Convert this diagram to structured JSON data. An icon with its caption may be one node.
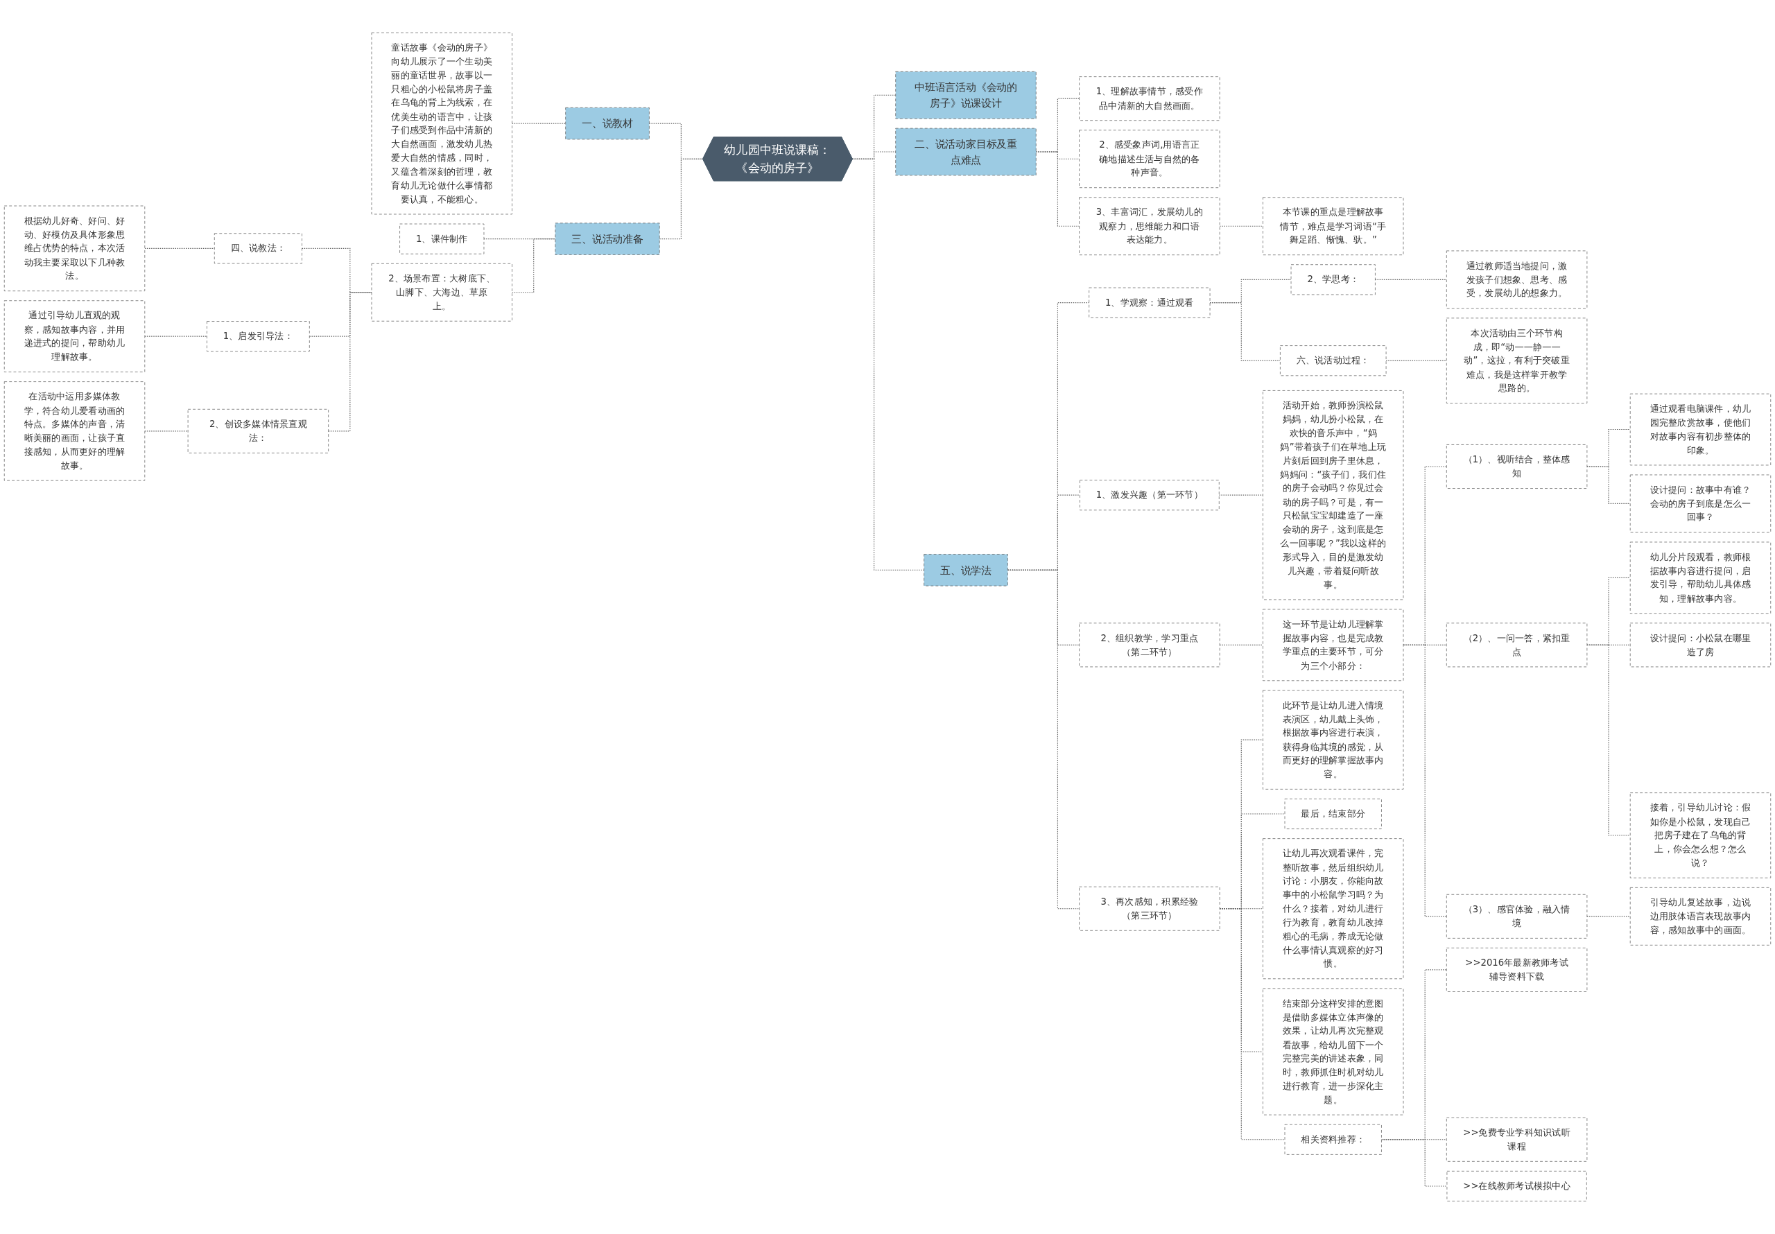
{
  "diagram": {
    "nodes": [
      {
        "text": [
          "幼儿园中班说课稿：《会动的房子》"
        ]
      },
      {
        "text": [
          "中班语言活动《会动的房子》说课设计"
        ]
      },
      {
        "text": [
          "二、说活动家目标及重点难点"
        ]
      },
      {
        "text": [
          "1、理解故事情节，感受作品中清新的大自然画面。"
        ]
      },
      {
        "text": [
          "2、感受象声词,用语言正确地描述生活与自然的各种声音。"
        ]
      },
      {
        "text": [
          "3、丰富词汇，发展幼儿的观察力，思维能力和口语表达能力。"
        ]
      },
      {
        "text": [
          "本节课的重点是理解故事情节，难点是学习词语“手舞足蹈、惭愧、驮。”"
        ]
      },
      {
        "text": [
          "五、说学法"
        ]
      },
      {
        "text": [
          "1、学观察：通过观看"
        ]
      },
      {
        "text": [
          "2、学思考："
        ]
      },
      {
        "text": [
          "通过教师适当地提问，激发孩子们想象、思考、感受，发展幼儿的想象力。"
        ]
      },
      {
        "text": [
          "六、说活动过程："
        ]
      },
      {
        "text": [
          "本次活动由三个环节构成，即“动——静——动”，这拉，有利于突破重难点，我是这样掌开教学思路的。"
        ]
      },
      {
        "text": [
          "1、激发兴趣（第一环节）"
        ]
      },
      {
        "text": [
          "活动开始，教师扮演松鼠妈妈，幼儿扮小松鼠，在欢快的音乐声中，“妈妈”带着孩子们在草地上玩片刻后回到房子里休息，妈妈问：“孩子们，我们住的房子会动吗？你见过会动的房子吗？可是，有一只松鼠宝宝却建造了一座会动的房子，这到底是怎么一回事呢？”我以这样的形式导入，目的是激发幼儿兴趣，带着疑问听故事。"
        ]
      },
      {
        "text": [
          "2、组织教学，学习重点（第二环节）"
        ]
      },
      {
        "text": [
          "这一环节是让幼儿理解掌握故事内容，也是完成教学重点的主要环节，可分为三个小部分："
        ]
      },
      {
        "text": [
          "（1）、视听结合，整体感知"
        ]
      },
      {
        "text": [
          "通过观看电脑课件，幼儿园完整欣赏故事，使他们对故事内容有初步整体的印象。"
        ]
      },
      {
        "text": [
          "设计提问：故事中有谁？会动的房子到底是怎么一回事？"
        ]
      },
      {
        "text": [
          "（2）、一问一答，紧扣重点"
        ]
      },
      {
        "text": [
          "幼儿分片段观看，教师根据故事内容进行提问，启发引导，帮助幼儿具体感知，理解故事内容。"
        ]
      },
      {
        "text": [
          "设计提问：小松鼠在哪里造了房"
        ]
      },
      {
        "text": [
          "接着，引导幼儿讨论：假如你是小松鼠，发现自己把房子建在了乌龟的背上，你会怎么想？怎么说？"
        ]
      },
      {
        "text": [
          "（3）、感官体验，融入情境"
        ]
      },
      {
        "text": [
          "引导幼儿复述故事，边说边用肢体语言表现故事内容，感知故事中的画面。"
        ]
      },
      {
        "text": [
          "3、再次感知，积累经验（第三环节）"
        ]
      },
      {
        "text": [
          "此环节是让幼儿进入情境表演区，幼儿戴上头饰，根据故事内容进行表演，获得身临其境的感觉，从而更好的理解掌握故事内容。"
        ]
      },
      {
        "text": [
          "最后，结束部分"
        ]
      },
      {
        "text": [
          "让幼儿再次观看课件，完整听故事，然后组织幼儿讨论：小朋友，你能向故事中的小松鼠学习吗？为什么？接着，对幼儿进行行为教育，教育幼儿改掉粗心的毛病，养成无论做什么事情认真观察的好习惯。"
        ]
      },
      {
        "text": [
          "结束部分这样安排的意图是借助多媒体立体声像的效果，让幼儿再次完整观看故事，给幼儿留下一个完整完美的讲述表象，同时，教师抓住时机对幼儿进行教育，进一步深化主题。"
        ]
      },
      {
        "text": [
          "相关资料推荐："
        ]
      },
      {
        "text": [
          ">>2016年最新教师考试辅导资料下载"
        ]
      },
      {
        "text": [
          ">>免费专业学科知识试听课程"
        ]
      },
      {
        "text": [
          ">>在线教师考试模拟中心"
        ]
      },
      {
        "text": [
          "一、说教材"
        ]
      },
      {
        "text": [
          "童话故事《会动的房子》向幼儿展示了一个生动美丽的童话世界，故事以一只粗心的小松鼠将房子盖在乌龟的背上为线索，在优美生动的语言中，让孩子们感受到作品中清新的大自然画面，激发幼儿热爱大自然的情感，同时，又蕴含着深刻的哲理，教育幼儿无论做什么事情都要认真，不能粗心。"
        ]
      },
      {
        "text": [
          "三、说活动准备"
        ]
      },
      {
        "text": [
          "1、课件制作"
        ]
      },
      {
        "text": [
          "2、场景布置：大树底下、山脚下、大海边、草原上。"
        ]
      },
      {
        "text": [
          "四、说教法："
        ]
      },
      {
        "text": [
          "根据幼儿好奇、好问、好动、好模仿及具体形象思维占优势的特点，本次活动我主要采取以下几种教法。"
        ]
      },
      {
        "text": [
          "1、启发引导法："
        ]
      },
      {
        "text": [
          "通过引导幼儿直观的观察，感知故事内容，并用递进式的提问，帮助幼儿理解故事。"
        ]
      },
      {
        "text": [
          "2、创设多媒体情景直观法："
        ]
      },
      {
        "text": [
          "在活动中运用多媒体教学，符合幼儿爱看动画的特点。多媒体的声音，清晰美丽的画面，让孩子直接感知，从而更好的理解故事。"
        ]
      }
    ],
    "edges": [
      {
        "from": 0,
        "to": 1,
        "arrow": "none",
        "style": "dashed"
      },
      {
        "from": 0,
        "to": 2,
        "arrow": "none",
        "style": "dashed"
      },
      {
        "from": 2,
        "to": 3,
        "arrow": "none",
        "style": "dashed"
      },
      {
        "from": 2,
        "to": 4,
        "arrow": "none",
        "style": "dashed"
      },
      {
        "from": 2,
        "to": 5,
        "arrow": "none",
        "style": "dashed"
      },
      {
        "from": 5,
        "to": 6,
        "arrow": "none",
        "style": "dashed"
      },
      {
        "from": 0,
        "to": 7,
        "arrow": "none",
        "style": "dashed"
      },
      {
        "from": 7,
        "to": 8,
        "arrow": "none",
        "style": "dashed"
      },
      {
        "from": 8,
        "to": 9,
        "arrow": "none",
        "style": "dashed"
      },
      {
        "from": 9,
        "to": 10,
        "arrow": "none",
        "style": "dashed"
      },
      {
        "from": 8,
        "to": 11,
        "arrow": "none",
        "style": "dashed"
      },
      {
        "from": 11,
        "to": 12,
        "arrow": "none",
        "style": "dashed"
      },
      {
        "from": 7,
        "to": 13,
        "arrow": "none",
        "style": "dashed"
      },
      {
        "from": 13,
        "to": 14,
        "arrow": "none",
        "style": "dashed"
      },
      {
        "from": 7,
        "to": 15,
        "arrow": "none",
        "style": "dashed"
      },
      {
        "from": 15,
        "to": 16,
        "arrow": "none",
        "style": "dashed"
      },
      {
        "from": 16,
        "to": 17,
        "arrow": "none",
        "style": "dashed"
      },
      {
        "from": 17,
        "to": 18,
        "arrow": "none",
        "style": "dashed"
      },
      {
        "from": 17,
        "to": 19,
        "arrow": "none",
        "style": "dashed"
      },
      {
        "from": 16,
        "to": 20,
        "arrow": "none",
        "style": "dashed"
      },
      {
        "from": 20,
        "to": 21,
        "arrow": "none",
        "style": "dashed"
      },
      {
        "from": 20,
        "to": 22,
        "arrow": "none",
        "style": "dashed"
      },
      {
        "from": 20,
        "to": 23,
        "arrow": "none",
        "style": "dashed"
      },
      {
        "from": 16,
        "to": 24,
        "arrow": "none",
        "style": "dashed"
      },
      {
        "from": 24,
        "to": 25,
        "arrow": "none",
        "style": "dashed"
      },
      {
        "from": 7,
        "to": 26,
        "arrow": "none",
        "style": "dashed"
      },
      {
        "from": 26,
        "to": 27,
        "arrow": "none",
        "style": "dashed"
      },
      {
        "from": 26,
        "to": 28,
        "arrow": "none",
        "style": "dashed"
      },
      {
        "from": 26,
        "to": 29,
        "arrow": "none",
        "style": "dashed"
      },
      {
        "from": 26,
        "to": 30,
        "arrow": "none",
        "style": "dashed"
      },
      {
        "from": 26,
        "to": 31,
        "arrow": "none",
        "style": "dashed"
      },
      {
        "from": 31,
        "to": 32,
        "arrow": "none",
        "style": "dashed"
      },
      {
        "from": 31,
        "to": 33,
        "arrow": "none",
        "style": "dashed"
      },
      {
        "from": 31,
        "to": 34,
        "arrow": "none",
        "style": "dashed"
      },
      {
        "from": 35,
        "to": 0,
        "arrow": "none",
        "style": "dashed"
      },
      {
        "from": 36,
        "to": 35,
        "arrow": "none",
        "style": "dashed"
      },
      {
        "from": 37,
        "to": 0,
        "arrow": "none",
        "style": "dashed"
      },
      {
        "from": 38,
        "to": 37,
        "arrow": "none",
        "style": "dashed"
      },
      {
        "from": 39,
        "to": 37,
        "arrow": "none",
        "style": "dashed"
      },
      {
        "from": 40,
        "to": 39,
        "arrow": "none",
        "style": "dashed"
      },
      {
        "from": 41,
        "to": 40,
        "arrow": "none",
        "style": "dashed"
      },
      {
        "from": 42,
        "to": 39,
        "arrow": "none",
        "style": "dashed"
      },
      {
        "from": 43,
        "to": 42,
        "arrow": "none",
        "style": "dashed"
      },
      {
        "from": 44,
        "to": 39,
        "arrow": "none",
        "style": "dashed"
      },
      {
        "from": 45,
        "to": 44,
        "arrow": "none",
        "style": "dashed"
      }
    ]
  }
}
